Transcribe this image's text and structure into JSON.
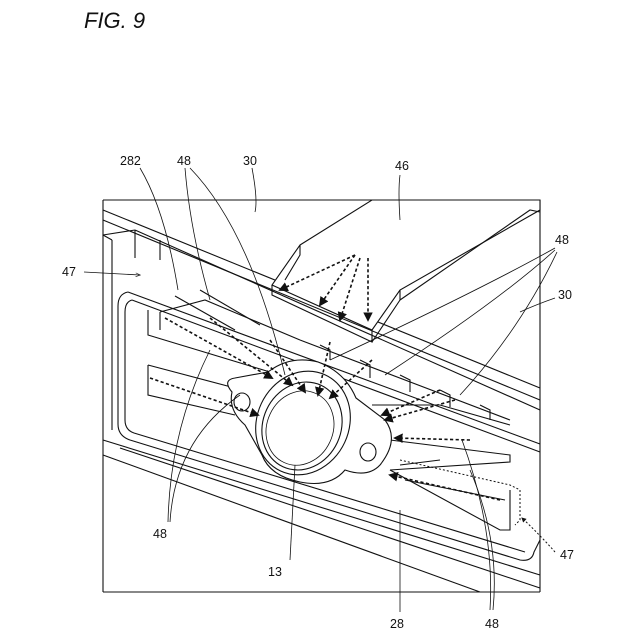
{
  "figure": {
    "title": "FIG. 9"
  },
  "labels": {
    "l282": "282",
    "l48_top": "48",
    "l30_top": "30",
    "l46": "46",
    "l48_right": "48",
    "l30_right": "30",
    "l47_left": "47",
    "l48_left": "48",
    "l13": "13",
    "l28": "28",
    "l48_bottom": "48",
    "l47_right": "47"
  },
  "colors": {
    "line": "#111111",
    "background": "#ffffff"
  }
}
